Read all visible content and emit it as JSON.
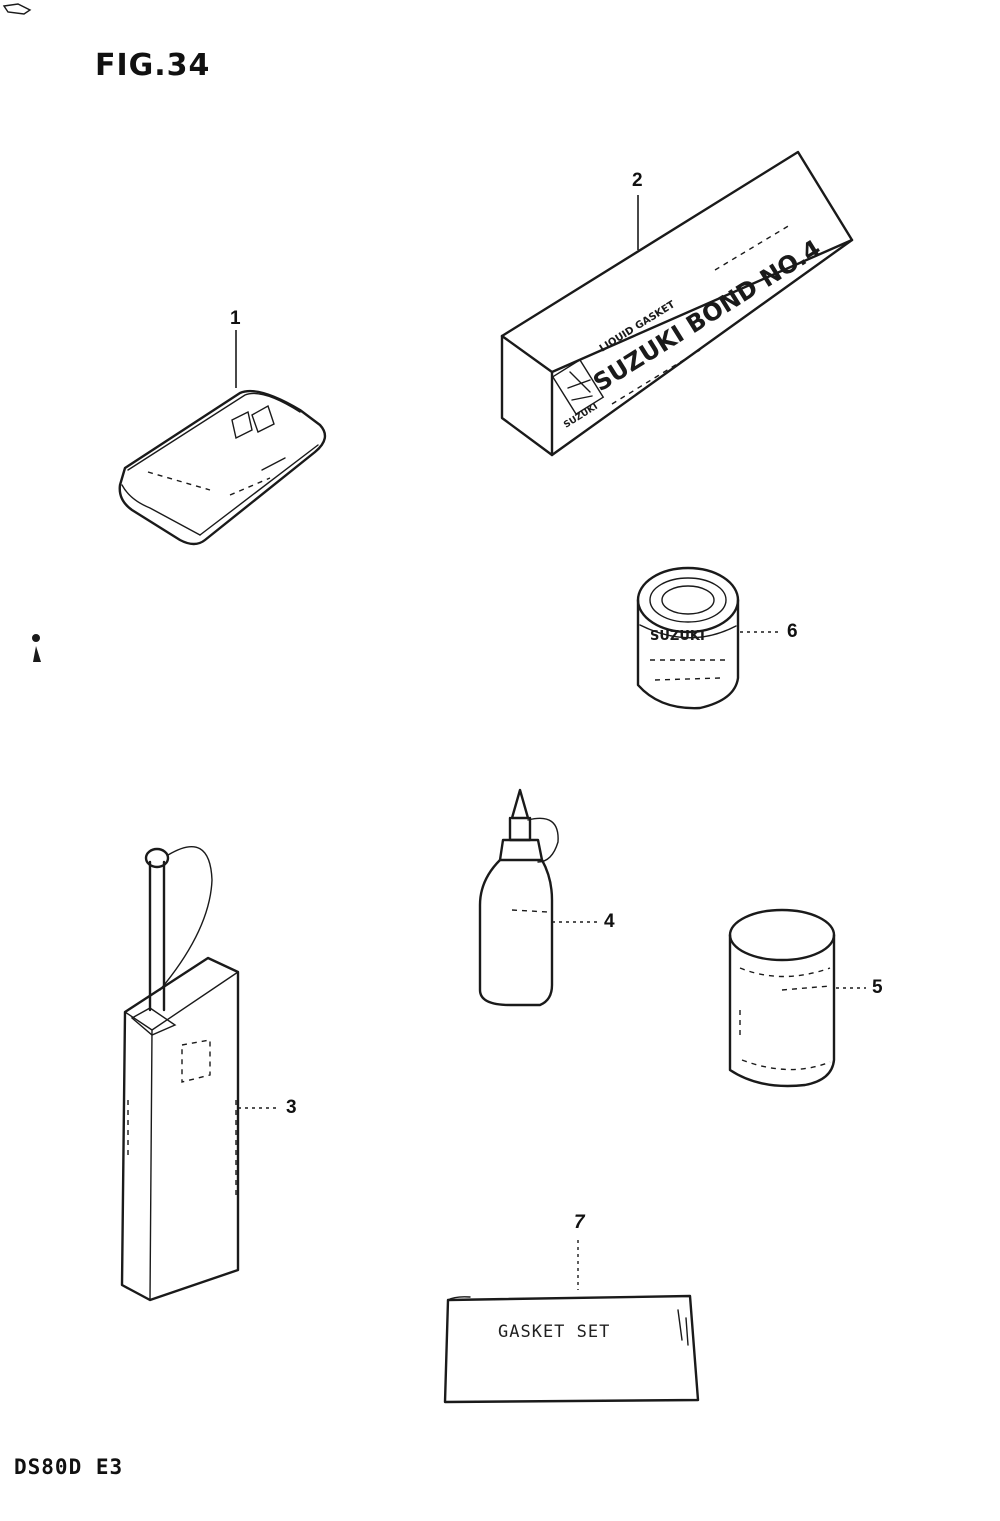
{
  "figure": {
    "title": "FIG.34",
    "model_code": "DS80D  E3"
  },
  "callouts": [
    {
      "number": "1"
    },
    {
      "number": "2"
    },
    {
      "number": "3"
    },
    {
      "number": "4"
    },
    {
      "number": "5"
    },
    {
      "number": "6"
    },
    {
      "number": "7"
    }
  ],
  "product_labels": {
    "liquid_gasket": "LIQUID GASKET",
    "bond_name": "SUZUKI BOND NO.4",
    "brand": "SUZUKI",
    "can_brand": "SUZUKI",
    "gasket_set": "GASKET SET"
  },
  "colors": {
    "ink": "#1a1a1a",
    "paper": "#ffffff"
  }
}
